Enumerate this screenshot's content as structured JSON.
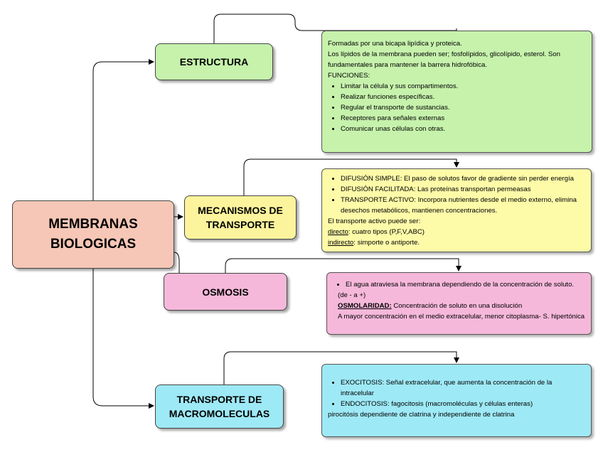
{
  "root": {
    "line1": "MEMBRANAS",
    "line2": "BIOLOGICAS"
  },
  "estructura": {
    "title": "ESTRUCTURA",
    "p1": "Formadas por una bicapa lipídica y proteica.",
    "p2": "Los lípidos de la membrana pueden ser; fosfolípidos, glicolípido, esterol. Son fundamentales para mantener la barrera hidrofóbica.",
    "p3": "FUNCIONES:",
    "items": [
      "Limitar la célula y sus compartimentos.",
      "Realizar funciones específicas.",
      "Regular el transporte de sustancias.",
      "Receptores para señales externas",
      "Comunicar unas células con otras."
    ]
  },
  "mecanismos": {
    "title_line1": "MECANISMOS DE",
    "title_line2": "TRANSPORTE",
    "items": [
      "DIFUSIÓN SIMPLE: El paso de solutos  favor de gradiente sin perder energía",
      "DIFUSIÓN FACILITADA: Las proteínas transportan permeasas",
      "TRANSPORTE ACTIVO: Incorpora nutrientes desde el medio externo, elimina desechos metabólicos, mantienen concentraciones."
    ],
    "p1": "El transporte activo puede ser:",
    "directo_label": "directo",
    "directo_text": ": cuatro tipos (P,F,V,ABC)",
    "indirecto_label": "indirecto",
    "indirecto_text": ": simporte o antiporte."
  },
  "osmosis": {
    "title": "OSMOSIS",
    "item": "El agua atraviesa la membrana dependiendo de la concentración de soluto.",
    "note": "(de - a +)",
    "osmo_label": "OSMOLARIDAD:",
    "osmo_text": " Concentración de soluto en una disolución",
    "p2": "A mayor concentración en el medio extracelular, menor citoplasma- S. hipertónica"
  },
  "transporte": {
    "title_line1": "TRANSPORTE DE",
    "title_line2": "MACROMOLECULAS",
    "items": [
      "EXOCITOSIS: Señal extracelular, que aumenta la concentración de la intracelular",
      "ENDOCITOSIS: fagocitosis (macromoléculas y células enteras)"
    ],
    "p1": "pirocitósis dependiente de clatrina y independiente de clatrina"
  },
  "colors": {
    "root": "#f6c7b6",
    "green": "#c6f2ac",
    "yellow": "#fbf49c",
    "pink": "#f5b8da",
    "cyan": "#9ee9f6"
  }
}
